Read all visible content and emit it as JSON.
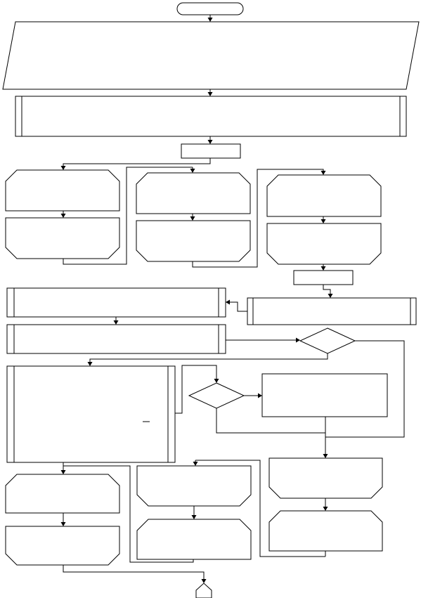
{
  "diagram": {
    "type": "flowchart",
    "text_labels": [],
    "colors": {
      "stroke": "#000000",
      "fill": "#ffffff"
    },
    "shapes": [
      "terminal-start",
      "input-parallelogram",
      "predefined-process-1",
      "process-rect-1",
      "loop-box-a1",
      "loop-box-a2",
      "loop-box-b1",
      "loop-box-b2",
      "loop-box-c1",
      "loop-box-c2",
      "process-rect-2",
      "predefined-process-2",
      "predefined-process-3",
      "predefined-process-4",
      "decision-1",
      "predefined-process-5",
      "decision-2",
      "process-rect-3",
      "loop-box-d1",
      "loop-box-d2",
      "loop-box-e1",
      "loop-box-e2",
      "loop-box-f1",
      "loop-box-f2",
      "off-page-connector"
    ]
  }
}
